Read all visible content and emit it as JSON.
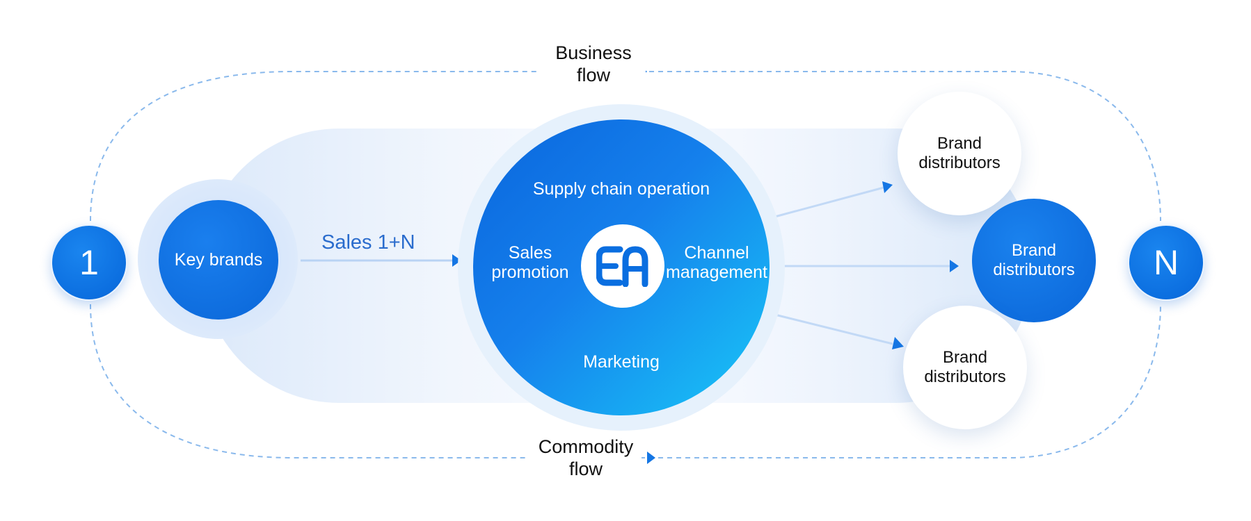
{
  "flows": {
    "top": [
      "Business",
      "flow"
    ],
    "bottom": [
      "Commodity",
      "flow"
    ]
  },
  "ends": {
    "left": "1",
    "right": "N"
  },
  "key_brands": "Key brands",
  "sales_link": "Sales 1+N",
  "hub": {
    "top": "Supply chain operation",
    "left": [
      "Sales",
      "promotion"
    ],
    "right": [
      "Channel",
      "management"
    ],
    "bottom": "Marketing",
    "logo": "EA"
  },
  "distributors": [
    [
      "Brand",
      "distributors"
    ],
    [
      "Brand",
      "distributors"
    ],
    [
      "Brand",
      "distributors"
    ]
  ],
  "colors": {
    "primary": "#0a66dd",
    "accent": "#14d3fa",
    "dashed": "#8ab9ec",
    "sales_text": "#2a6ccd"
  }
}
